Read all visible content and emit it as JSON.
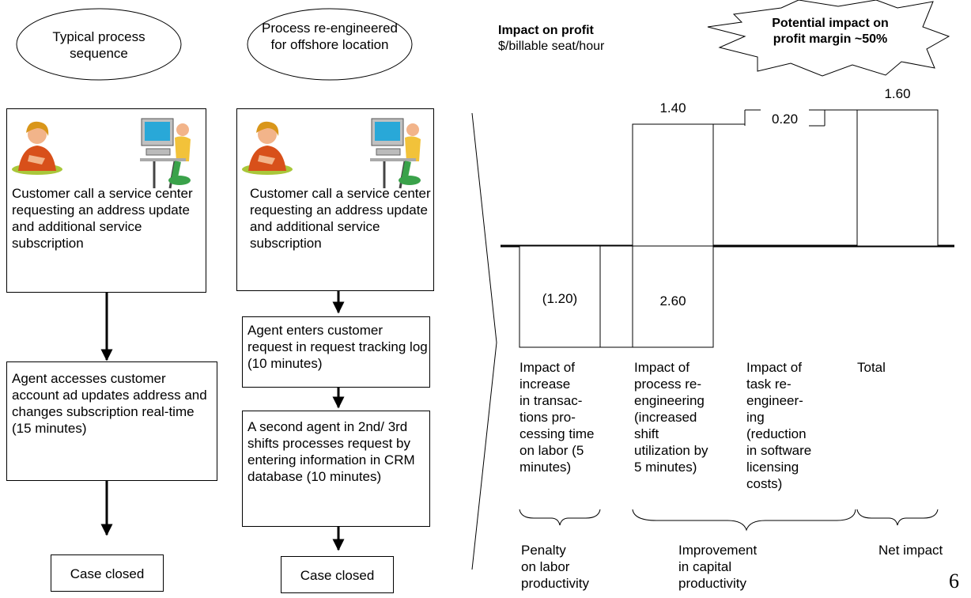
{
  "left_column": {
    "header": "Typical process sequence",
    "step1": "Customer call a service center requesting an address update and additional service subscription",
    "step2": "Agent accesses customer account ad updates address and changes subscription real-time (15 minutes)",
    "closed": "Case closed"
  },
  "right_column": {
    "header": "Process re-engineered for offshore location",
    "step1": "Customer call a service center requesting an address update and additional service subscription",
    "step2": "Agent enters customer request in request tracking log (10 minutes)",
    "step3": "A second agent in 2nd/ 3rd shifts processes request by entering information in CRM database (10 minutes)",
    "closed": "Case closed"
  },
  "chart": {
    "title": "Impact on profit",
    "subtitle": "$/billable seat/hour",
    "callout": "Potential impact on profit margin ~50%",
    "bars": [
      {
        "label": "(1.20)"
      },
      {
        "label": "2.60"
      },
      {
        "label": "1.40"
      },
      {
        "label": "0.20"
      },
      {
        "label": "1.60"
      }
    ],
    "categories": [
      "Impact of\nincrease\nin transac-\ntions pro-\ncessing time\non labor (5\nminutes)",
      "Impact of\nprocess re-\nengineering\n(increased\nshift\nutilization by\n5 minutes)",
      "Impact of\ntask re-\nengineer-\ning\n(reduction\nin software\nlicensing\ncosts)",
      "Total"
    ],
    "groups": [
      "Penalty\non labor\nproductivity",
      "Improvement\nin capital\nproductivity",
      "Net impact"
    ]
  },
  "page_number": "6"
}
